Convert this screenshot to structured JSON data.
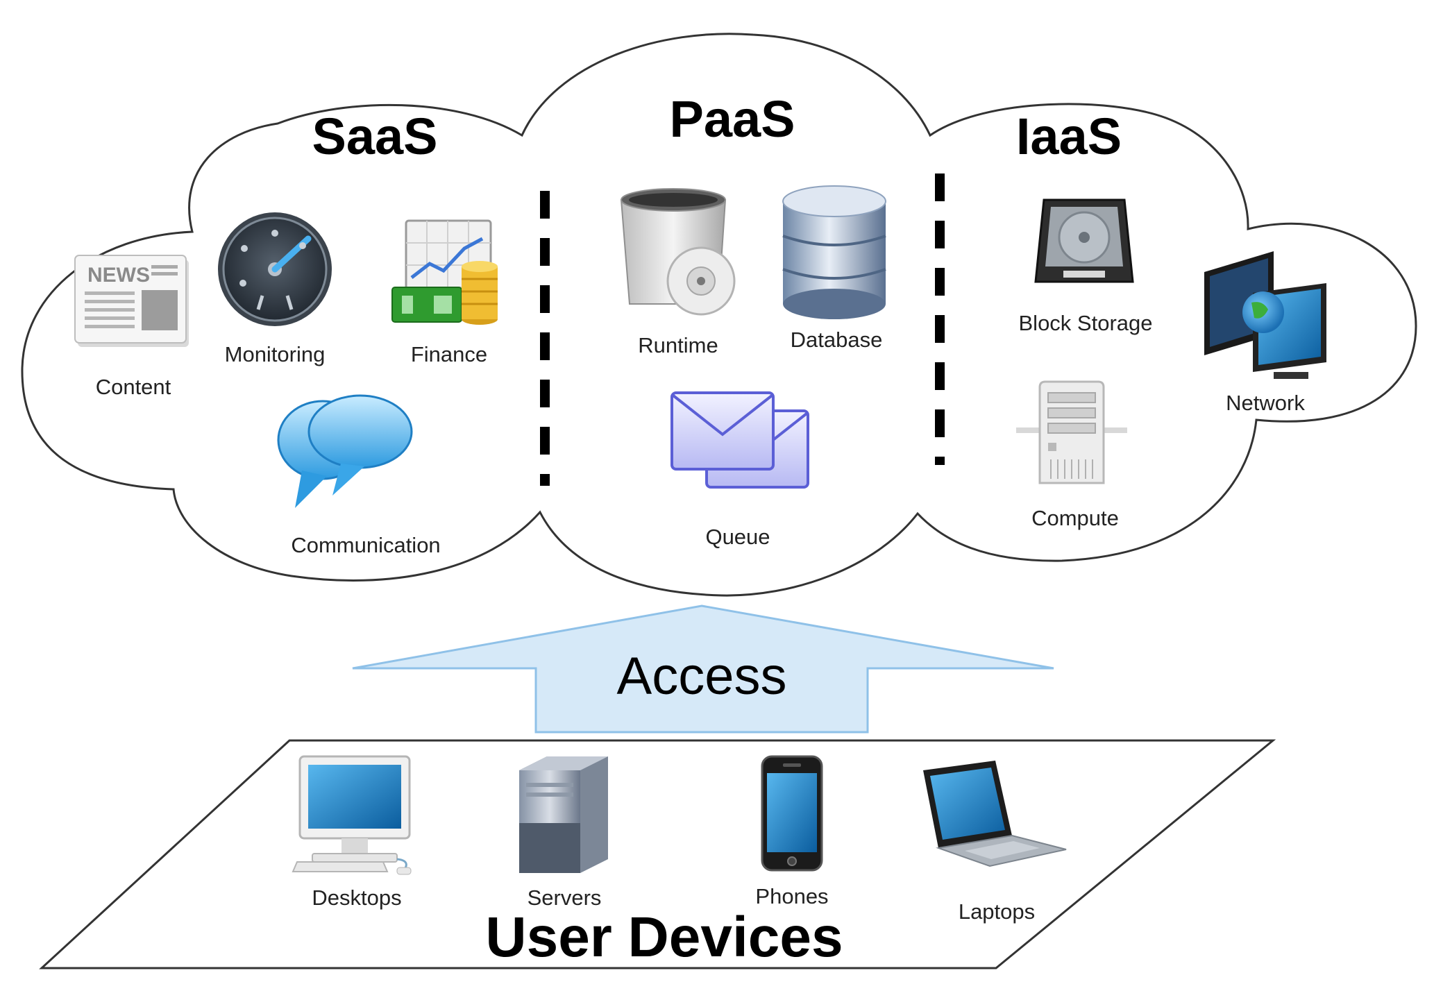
{
  "cloud": {
    "sections": {
      "saas": {
        "title": "SaaS",
        "items": [
          "Content",
          "Monitoring",
          "Finance",
          "Communication"
        ]
      },
      "paas": {
        "title": "PaaS",
        "items": [
          "Runtime",
          "Database",
          "Queue"
        ]
      },
      "iaas": {
        "title": "IaaS",
        "items": [
          "Block Storage",
          "Network",
          "Compute"
        ]
      }
    }
  },
  "access": {
    "label": "Access"
  },
  "devices": {
    "title": "User Devices",
    "items": [
      "Desktops",
      "Servers",
      "Phones",
      "Laptops"
    ]
  },
  "colors": {
    "arrow_fill": "#d6e9f8",
    "arrow_stroke": "#8fc1e8",
    "outline": "#333333"
  },
  "icons": {
    "content": "newspaper-icon",
    "monitoring": "gauge-icon",
    "finance": "money-chart-icon",
    "communication": "chat-bubbles-icon",
    "runtime": "bin-disc-icon",
    "database": "database-cylinder-icon",
    "queue": "envelope-icon",
    "block_storage": "hard-drive-icon",
    "network": "network-monitors-icon",
    "compute": "server-tower-icon",
    "desktops": "desktop-computer-icon",
    "servers": "server-box-icon",
    "phones": "smartphone-icon",
    "laptops": "laptop-icon"
  }
}
